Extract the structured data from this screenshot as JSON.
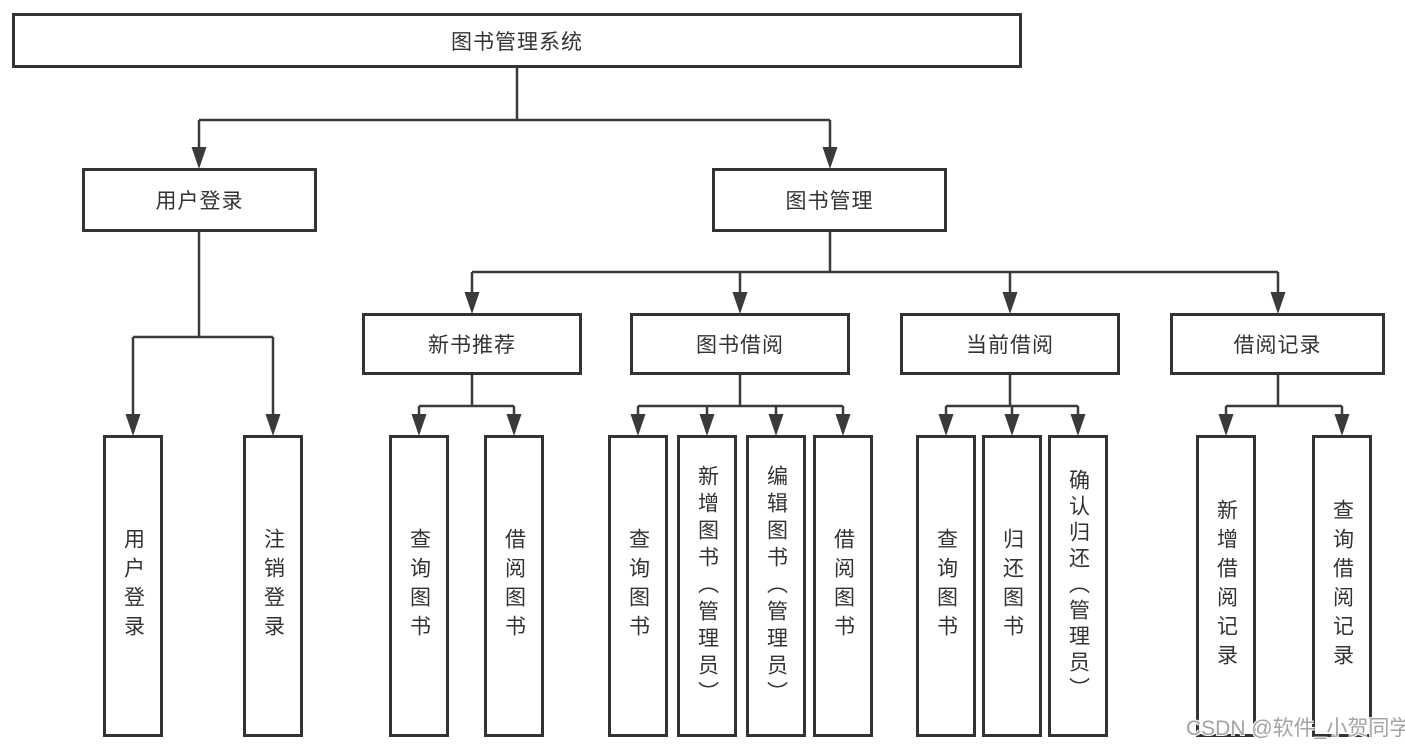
{
  "tree": {
    "label": "图书管理系统",
    "children": [
      {
        "label": "用户登录",
        "children": [
          {
            "label": "用户登录"
          },
          {
            "label": "注销登录"
          }
        ]
      },
      {
        "label": "图书管理",
        "children": [
          {
            "label": "新书推荐",
            "children": [
              {
                "label": "查询图书"
              },
              {
                "label": "借阅图书"
              }
            ]
          },
          {
            "label": "图书借阅",
            "children": [
              {
                "label": "查询图书"
              },
              {
                "label": "新增图书（管理员）"
              },
              {
                "label": "编辑图书（管理员）"
              },
              {
                "label": "借阅图书"
              }
            ]
          },
          {
            "label": "当前借阅",
            "children": [
              {
                "label": "查询图书"
              },
              {
                "label": "归还图书"
              },
              {
                "label": "确认归还（管理员）"
              }
            ]
          },
          {
            "label": "借阅记录",
            "children": [
              {
                "label": "新增借阅记录"
              },
              {
                "label": "查询借阅记录"
              }
            ]
          }
        ]
      }
    ]
  },
  "watermark": "CSDN @软件_小贺同学",
  "colors": {
    "line": "#3a3a3a",
    "box_border": "#333333",
    "text": "#333333",
    "background": "#ffffff",
    "watermark": "#a3a3a3"
  }
}
